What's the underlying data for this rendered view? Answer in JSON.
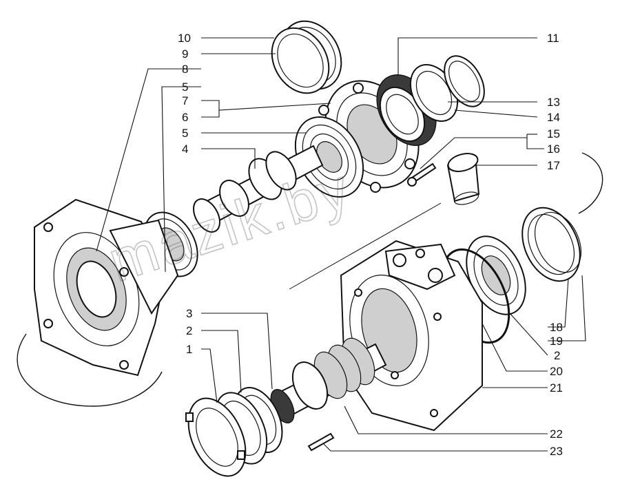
{
  "watermark": "mazik.by",
  "callouts": {
    "c10": "10",
    "c9": "9",
    "c8": "8",
    "c5a": "5",
    "c7": "7",
    "c6": "6",
    "c5b": "5",
    "c4": "4",
    "c11": "11",
    "c13": "13",
    "c14": "14",
    "c15": "15",
    "c16": "16",
    "c17": "17",
    "c18": "18",
    "c19": "19",
    "c2a": "2",
    "c20": "20",
    "c21": "21",
    "c3": "3",
    "c2b": "2",
    "c1": "1",
    "c22": "22",
    "c23": "23"
  }
}
